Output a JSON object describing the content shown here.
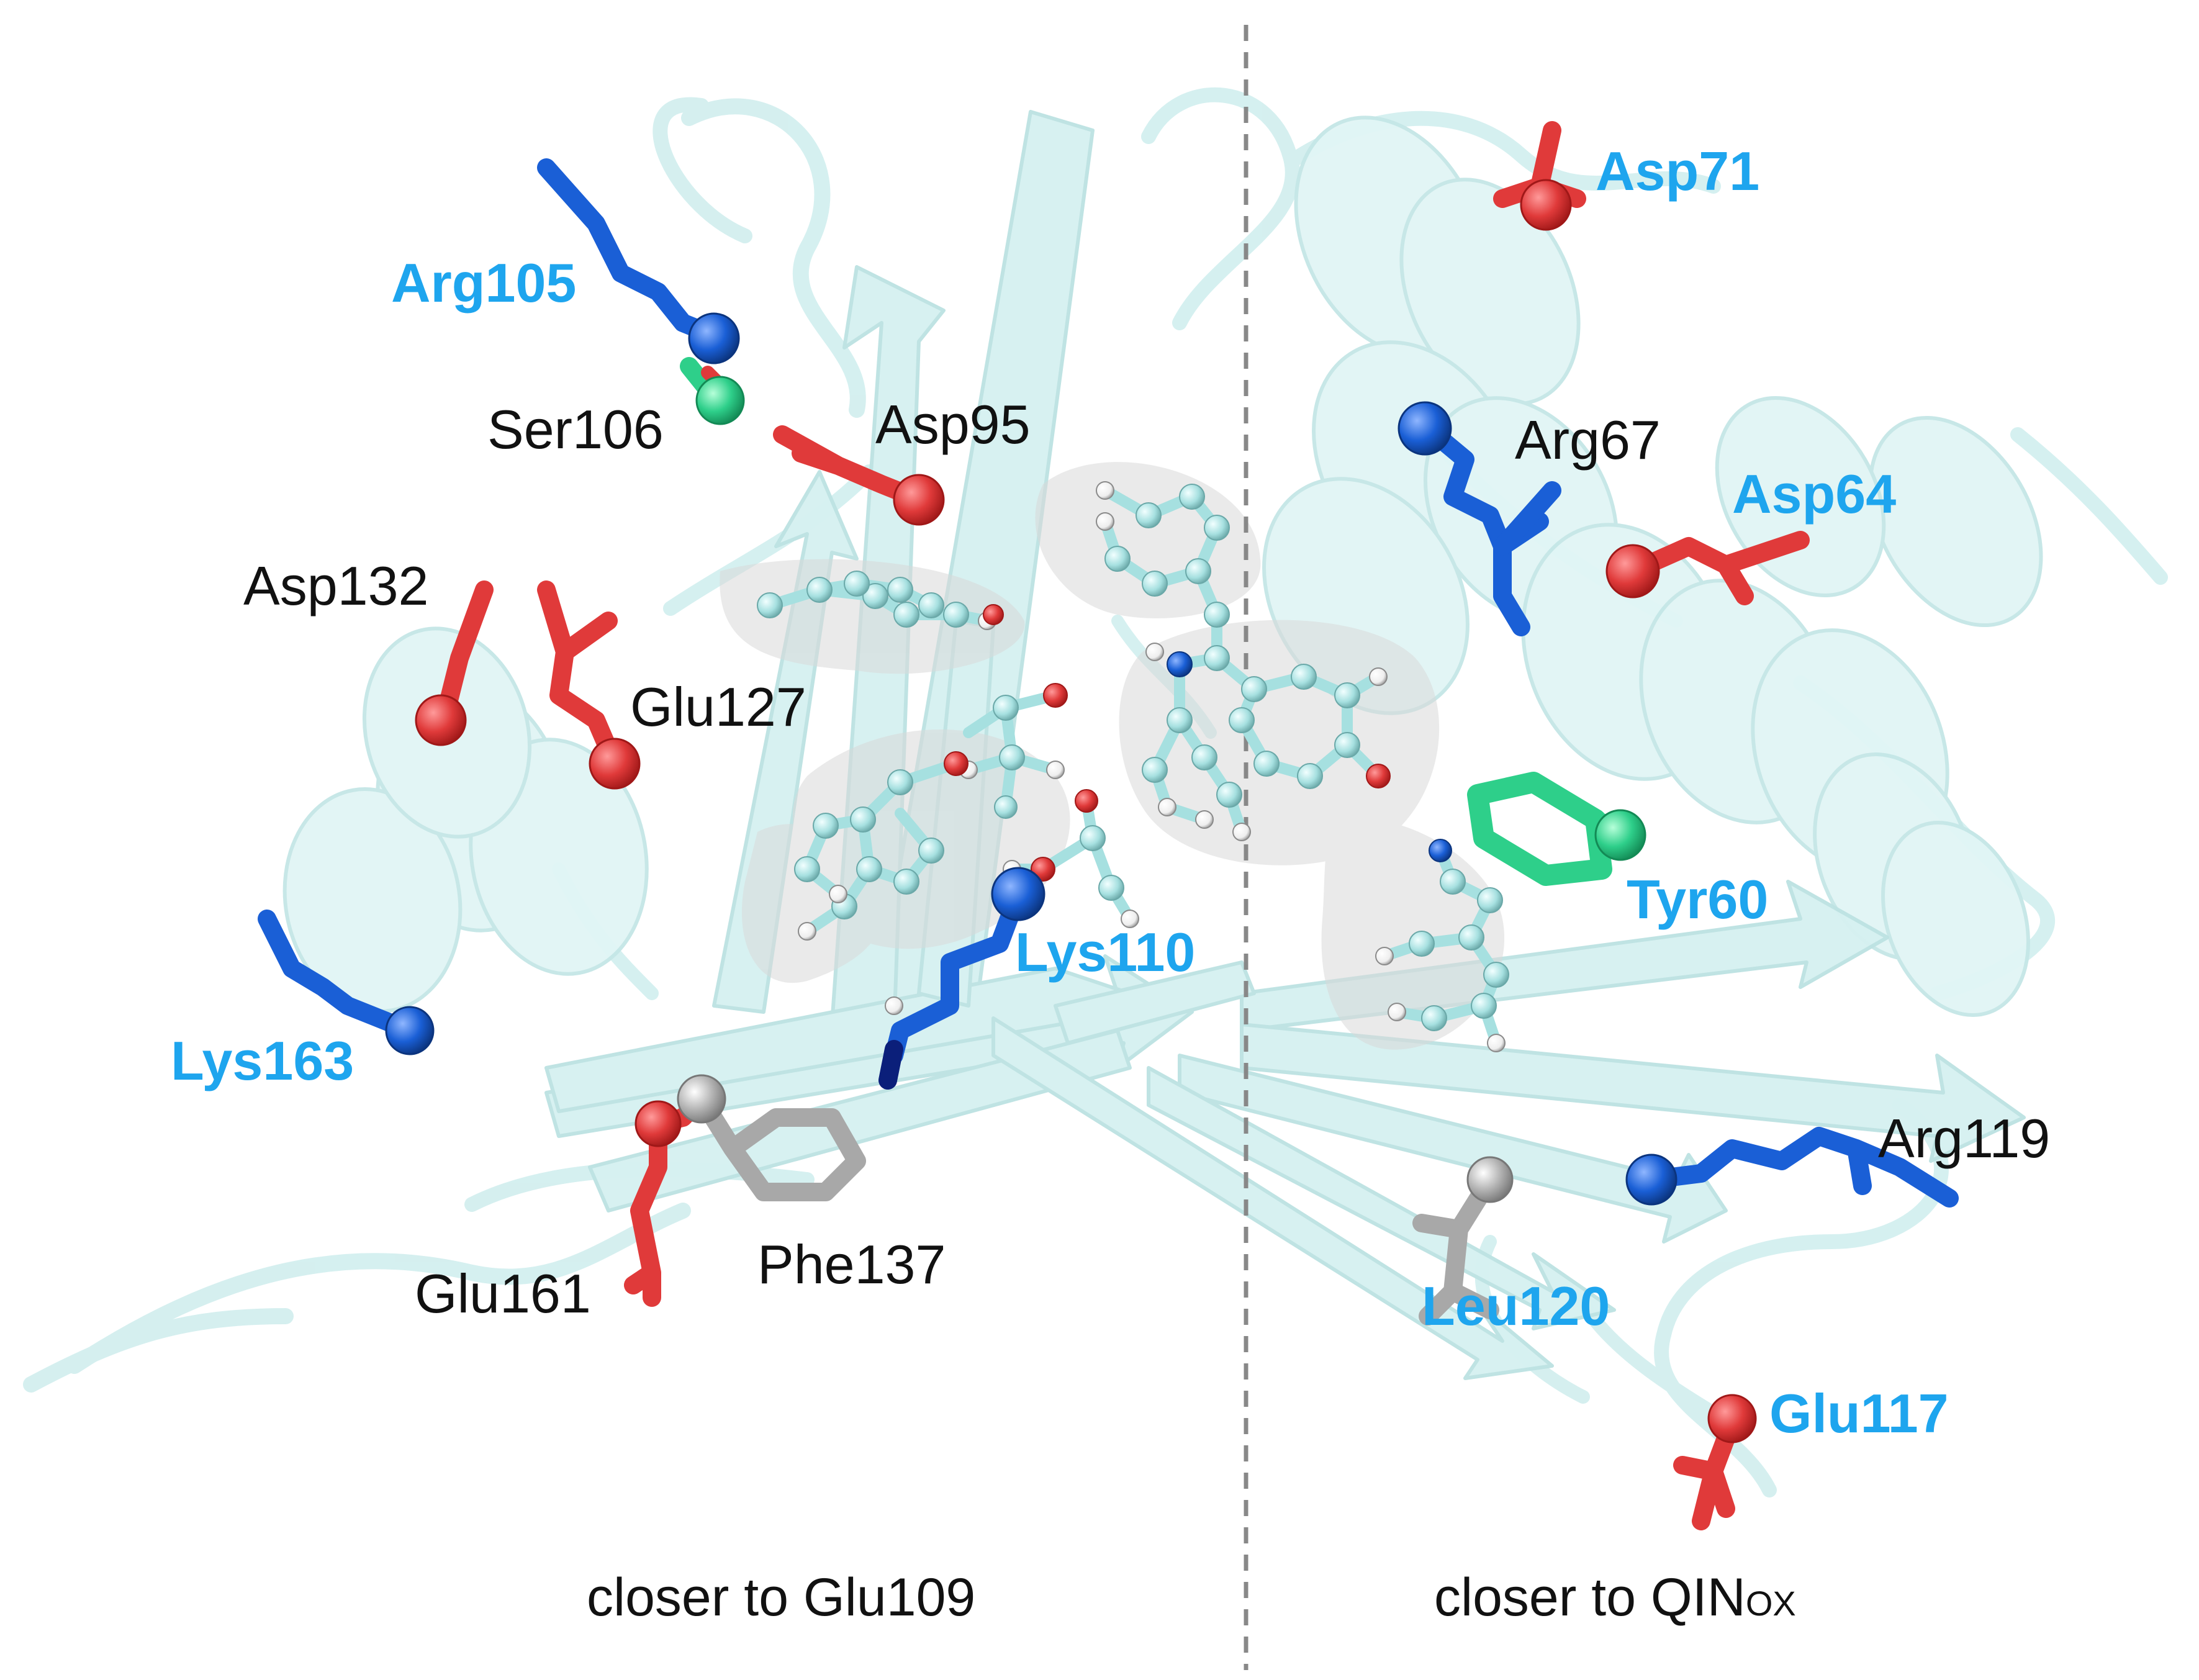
{
  "colors": {
    "highlight_label": "#1ea5ee",
    "plain_label": "#111111",
    "acidic": "#e03a3a",
    "basic": "#1a5fd6",
    "polar": "#2ecf8a",
    "hydrophobic": "#a8a8a8",
    "ribbon": "#cfeeee",
    "ligand": "#a6e0e0",
    "divider": "#888888"
  },
  "residues": {
    "asp71": "Asp71",
    "arg105": "Arg105",
    "ser106": "Ser106",
    "asp95": "Asp95",
    "arg67": "Arg67",
    "asp64": "Asp64",
    "asp132": "Asp132",
    "glu127": "Glu127",
    "tyr60": "Tyr60",
    "lys110": "Lys110",
    "lys163": "Lys163",
    "arg119": "Arg119",
    "glu161": "Glu161",
    "phe137": "Phe137",
    "leu120": "Leu120",
    "glu117": "Glu117"
  },
  "captions": {
    "left": "closer to Glu109",
    "right_main": "closer to QIN",
    "right_sub": "OX"
  }
}
